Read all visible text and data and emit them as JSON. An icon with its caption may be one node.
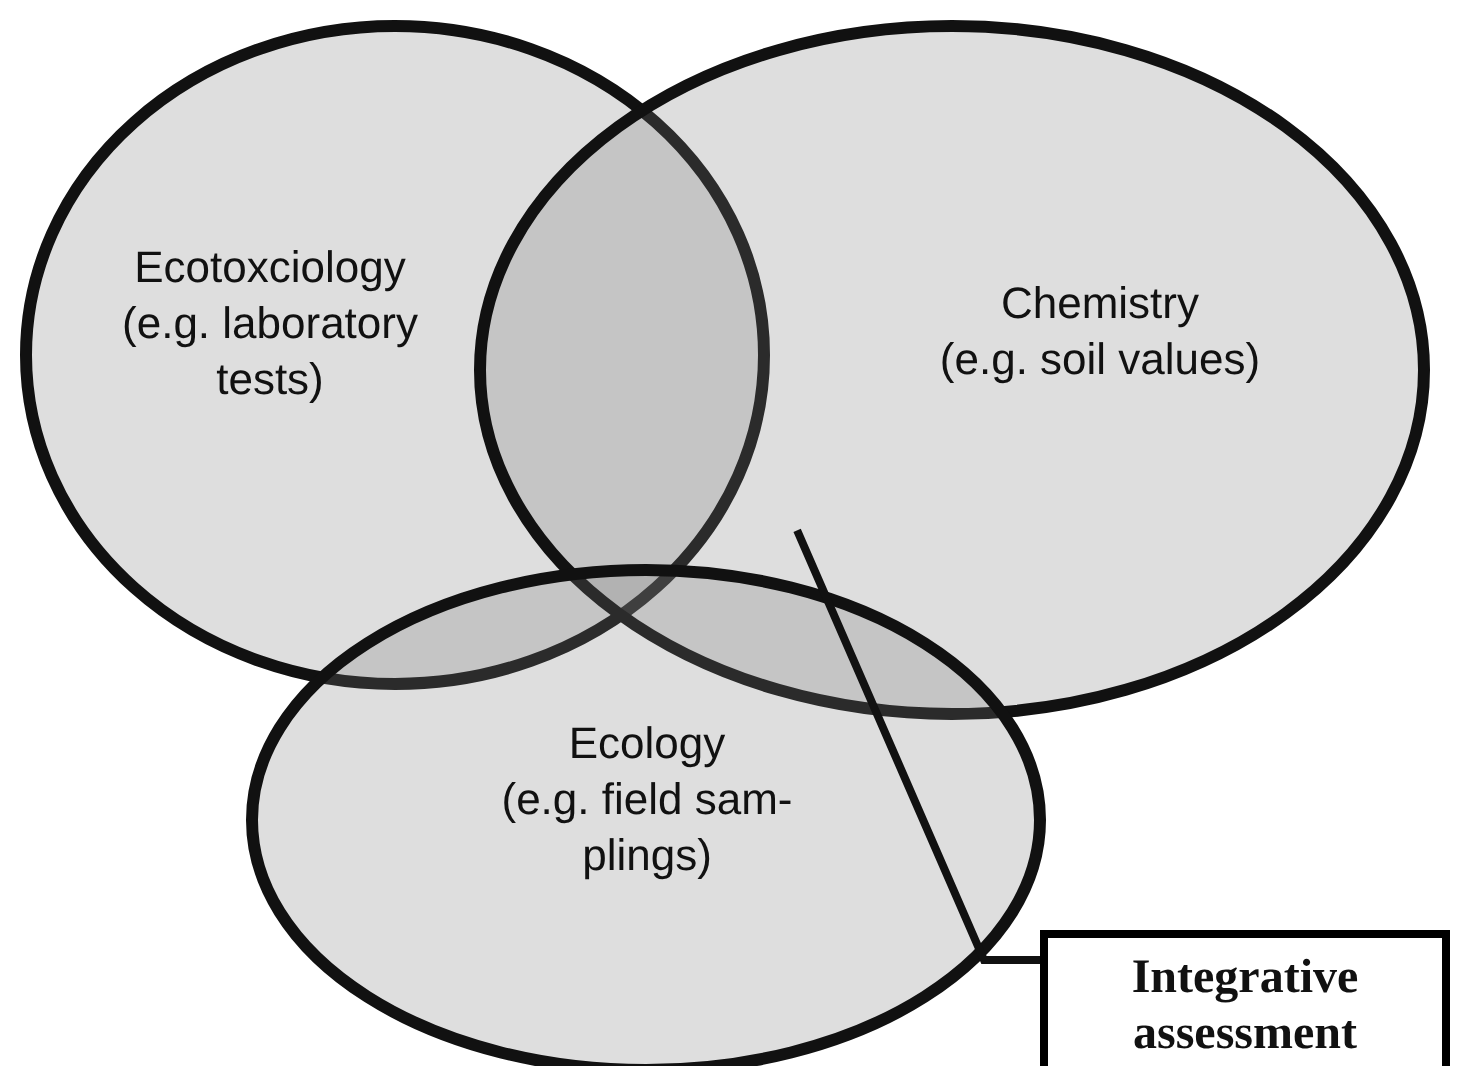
{
  "diagram": {
    "nodes": [
      {
        "text": [
          "Ecotoxciology",
          "(e.g. laboratory tests)"
        ]
      },
      {
        "text": [
          "Chemistry",
          "(e.g. soil values)"
        ]
      },
      {
        "text": [
          "Ecology",
          "(e.g. field sam- plings)"
        ]
      },
      {
        "text": [
          "Integrative assessment"
        ]
      }
    ],
    "edges": [
      {
        "from": 3,
        "to": 1,
        "arrow": "none"
      }
    ]
  }
}
